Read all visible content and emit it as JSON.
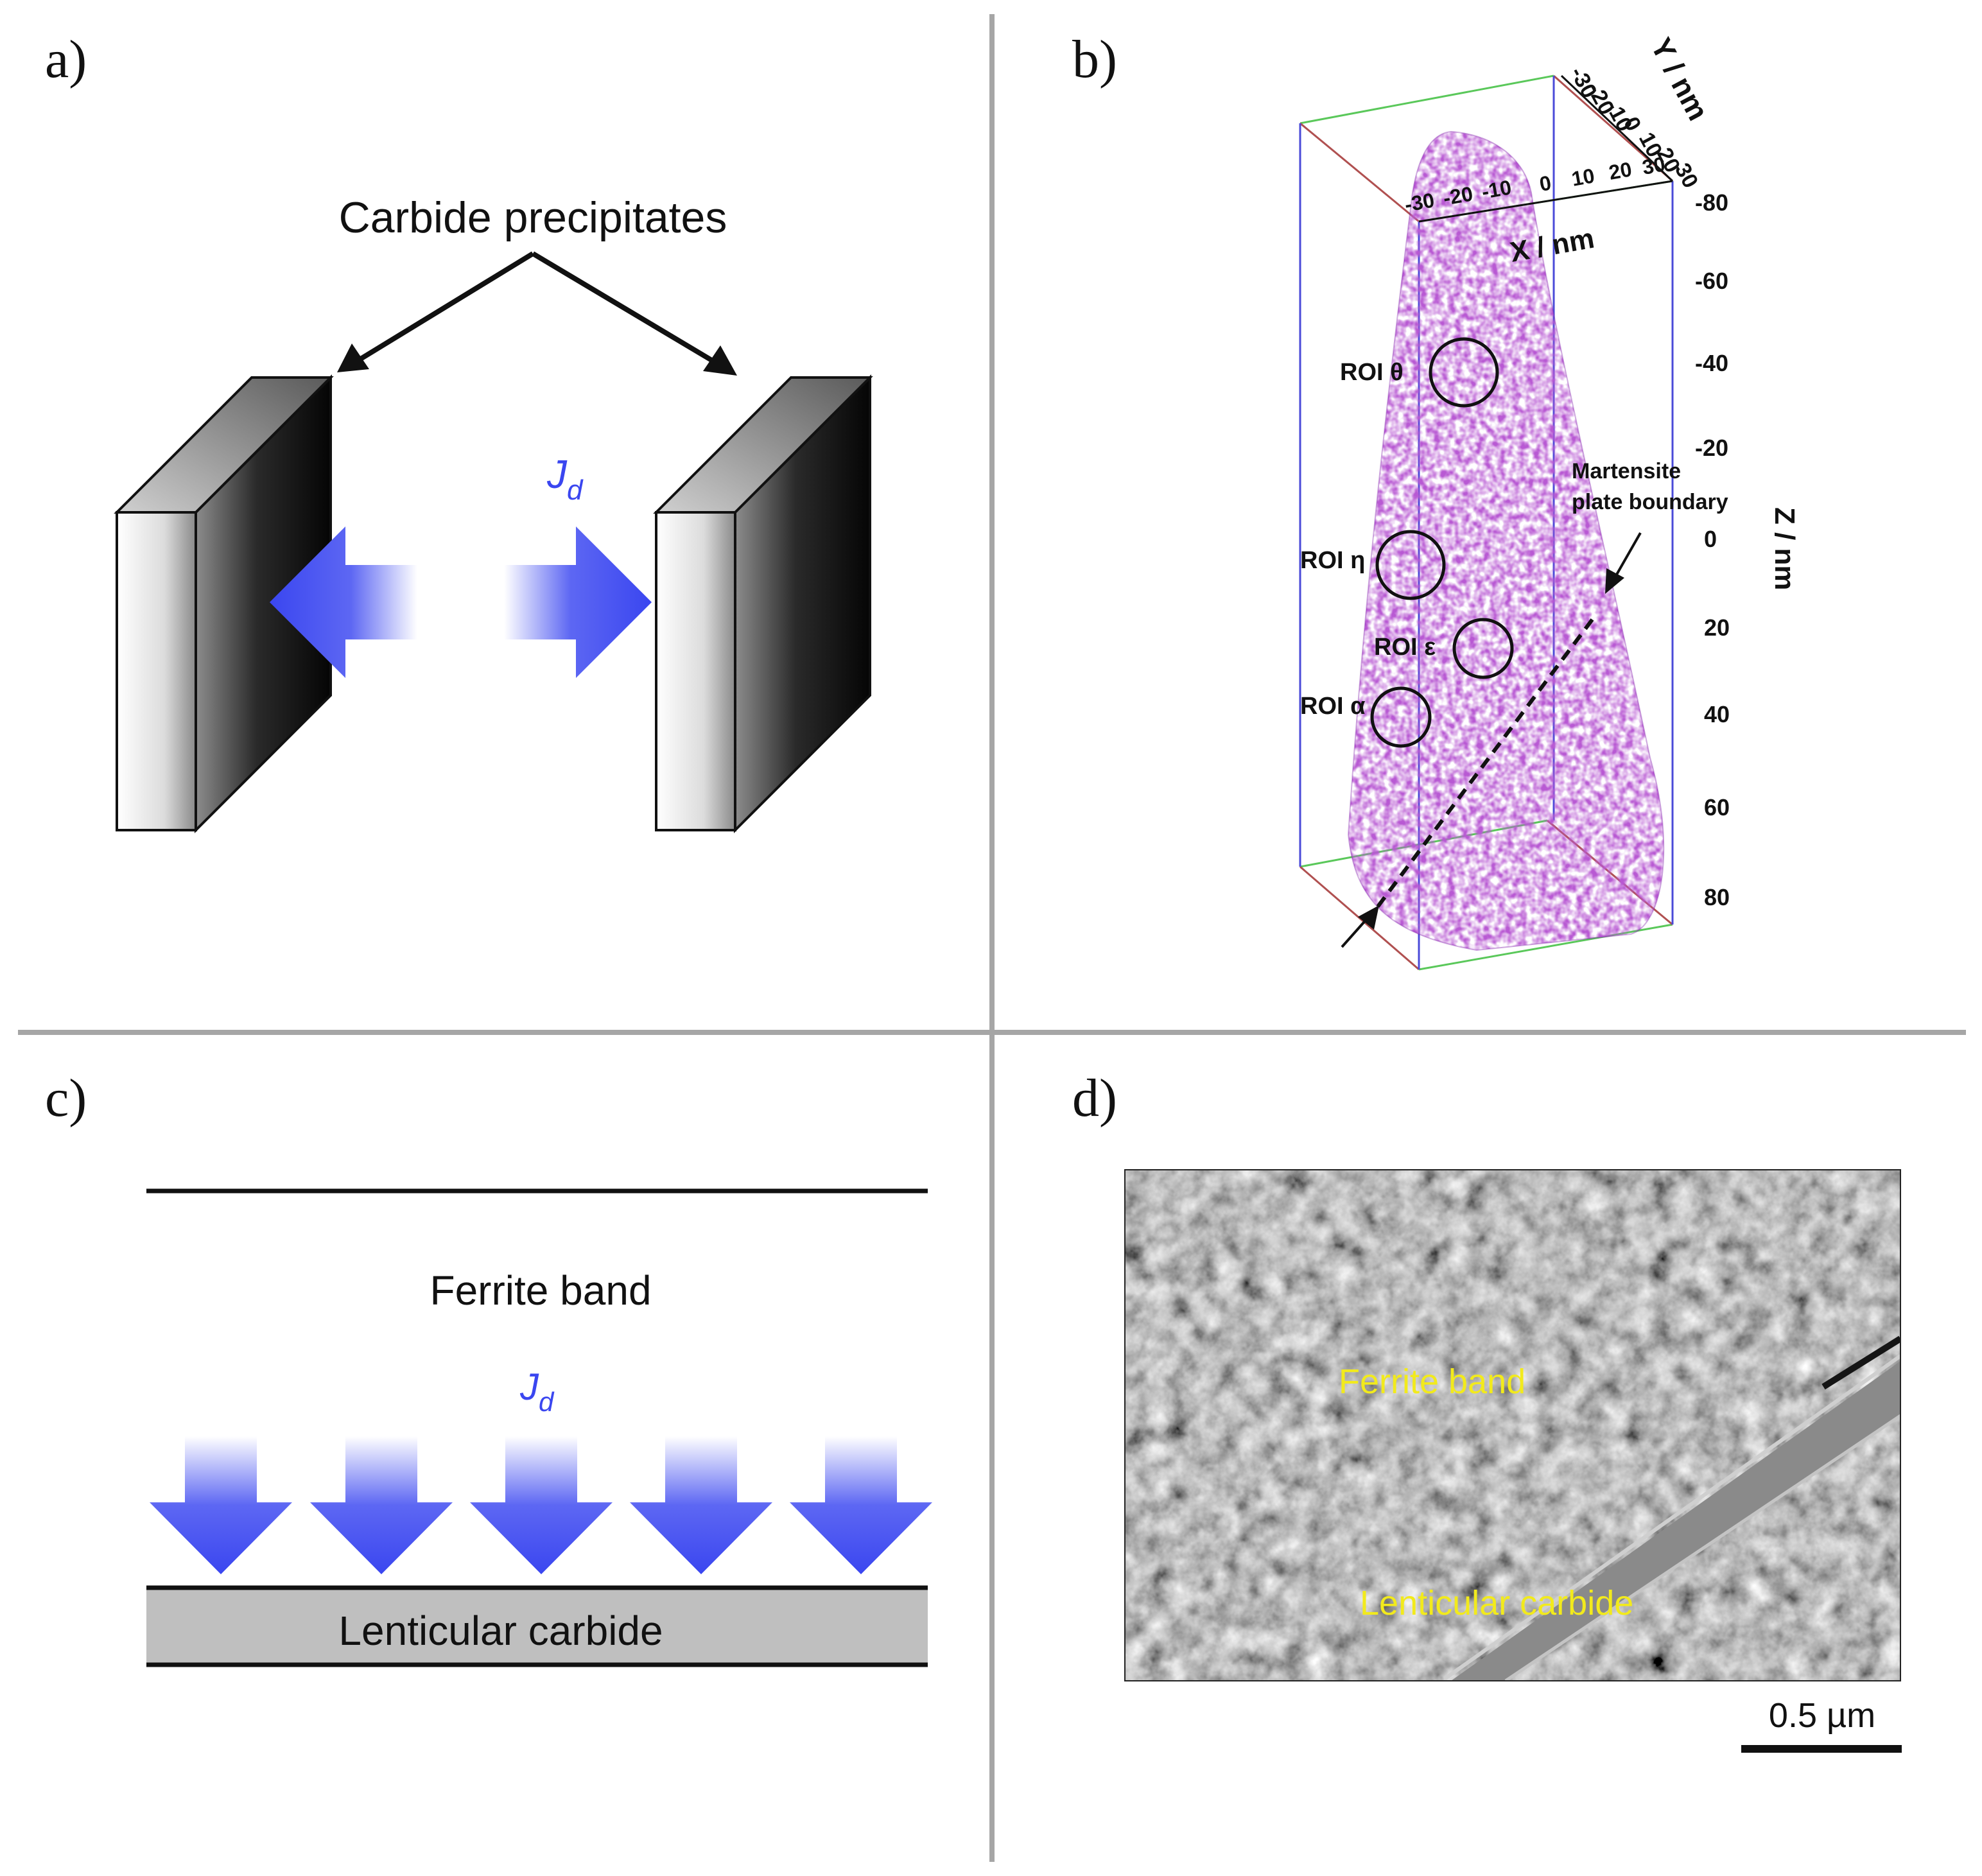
{
  "colors": {
    "divider": "#a6a6a6",
    "arrow_blue": "#3a46f0",
    "apt_purple": "#7a1aa6",
    "label_yellow": "#f2ea1c",
    "box_blue": "#4a4ad8",
    "box_red": "#b05050",
    "box_green": "#5ac85a",
    "carbide_gray": "#bfbfbf"
  },
  "panel_a": {
    "label": "a)",
    "callout": "Carbide precipitates",
    "flux_symbol": "J",
    "flux_subscript": "d"
  },
  "panel_b": {
    "label": "b)",
    "y_axis_title": "Y / nm",
    "y_ticks": [
      "-30",
      "-20",
      "-10",
      "0",
      "10",
      "20",
      "30"
    ],
    "x_axis_title": "X / nm",
    "x_ticks": [
      "-30",
      "-20",
      "-10",
      "0",
      "10",
      "20",
      "30"
    ],
    "z_axis_title": "Z / nm",
    "z_ticks": [
      "-80",
      "-60",
      "-40",
      "-20",
      "0",
      "20",
      "40",
      "60",
      "80"
    ],
    "roi_labels": [
      "ROI θ",
      "ROI η",
      "ROI ε",
      "ROI α"
    ],
    "boundary_label_line1": "Martensite",
    "boundary_label_line2": "plate boundary"
  },
  "panel_c": {
    "label": "c)",
    "band_label": "Ferrite band",
    "flux_symbol": "J",
    "flux_subscript": "d",
    "carbide_label": "Lenticular carbide"
  },
  "panel_d": {
    "label": "d)",
    "band_label": "Ferrite band",
    "carbide_label": "Lenticular carbide",
    "scale_bar": "0.5 µm"
  }
}
